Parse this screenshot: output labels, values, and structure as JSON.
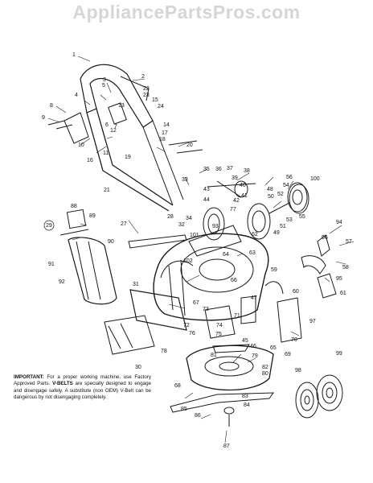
{
  "watermark": "AppliancePartsPros.com",
  "note": {
    "important_label": "IMPORTANT:",
    "important_text": "For a proper working machine, use Factory Approved Parts.",
    "vbelts_label": "V-BELTS",
    "vbelts_text": "are specially designed to engage and disengage safely. A substitute (non OEM) V-Belt can be dangerous by not disengaging completely."
  },
  "callouts": [
    "1",
    "2",
    "3",
    "4",
    "5",
    "6",
    "7",
    "8",
    "9",
    "10",
    "11",
    "12",
    "13",
    "14",
    "15",
    "16",
    "17",
    "18",
    "19",
    "20",
    "21",
    "22",
    "23",
    "24",
    "27",
    "28",
    "29",
    "30",
    "31",
    "32",
    "33",
    "34",
    "35",
    "36",
    "37",
    "38",
    "39",
    "40",
    "41",
    "42",
    "43",
    "44",
    "45",
    "46",
    "47",
    "48",
    "49",
    "50",
    "51",
    "52",
    "53",
    "54",
    "55",
    "56",
    "57",
    "58",
    "59",
    "60",
    "61",
    "62",
    "63",
    "64",
    "65",
    "66",
    "67",
    "68",
    "69",
    "70",
    "71",
    "72",
    "73",
    "74",
    "75",
    "76",
    "77",
    "78",
    "79",
    "80",
    "81",
    "82",
    "83",
    "84",
    "85",
    "86",
    "87",
    "88",
    "89",
    "90",
    "91",
    "92",
    "93",
    "94",
    "95",
    "96",
    "97",
    "98",
    "99",
    "100",
    "101",
    "102"
  ]
}
